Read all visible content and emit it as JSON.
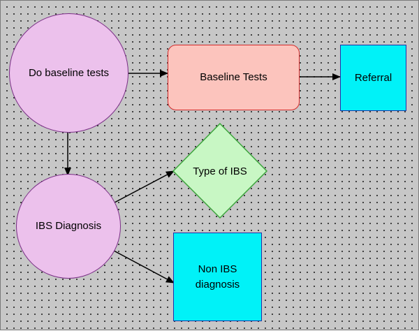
{
  "diagram": {
    "nodes": {
      "do_baseline": {
        "label": "Do baseline tests"
      },
      "baseline_tests": {
        "label": "Baseline Tests"
      },
      "referral": {
        "label": "Referral"
      },
      "type_of_ibs": {
        "label": "Type of IBS"
      },
      "ibs_diagnosis": {
        "label": "IBS Diagnosis"
      },
      "non_ibs": {
        "label": "Non IBS diagnosis"
      }
    },
    "edges": [
      {
        "from": "Do baseline tests",
        "to": "Baseline Tests"
      },
      {
        "from": "Baseline Tests",
        "to": "Referral"
      },
      {
        "from": "Do baseline tests",
        "to": "IBS Diagnosis"
      },
      {
        "from": "IBS Diagnosis",
        "to": "Type of IBS"
      },
      {
        "from": "IBS Diagnosis",
        "to": "Non IBS diagnosis"
      }
    ],
    "colors": {
      "circle_fill": "#ecc1ec",
      "circle_stroke": "#7a2e86",
      "rounded_fill": "#fcc4bd",
      "rounded_stroke": "#d42a2a",
      "square_fill": "#00f2f8",
      "square_stroke": "#1f2fa8",
      "diamond_fill": "#c8f7c4",
      "diamond_stroke": "#3da53d",
      "edge": "#000000"
    }
  }
}
